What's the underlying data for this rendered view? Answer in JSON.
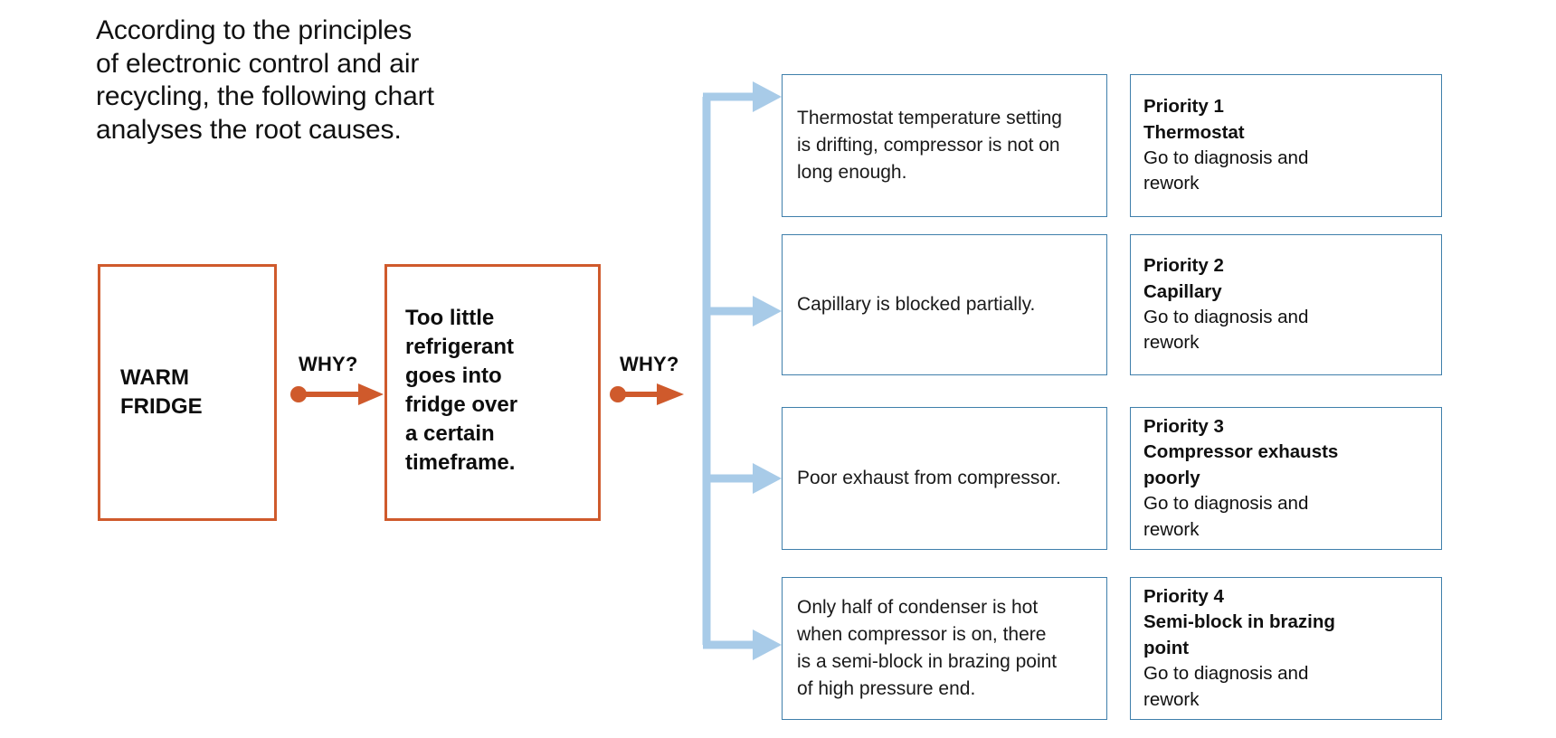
{
  "intro": {
    "text": "According to the principles\nof electronic control and air\nrecycling, the following chart\nanalyses the root causes."
  },
  "colors": {
    "orange": "#CF5A2C",
    "light_blue": "#A8CBE8",
    "box_border_blue": "#3F7FAB",
    "text": "#101010",
    "background": "#FFFFFF"
  },
  "problem": {
    "label": "WARM\nFRIDGE"
  },
  "first_cause": {
    "label": "Too little\nrefrigerant\ngoes into\nfridge over\na certain\ntimeframe."
  },
  "connectors": {
    "why_1": "WHY?",
    "why_2": "WHY?"
  },
  "rows": [
    {
      "cause": "Thermostat temperature setting\nis drifting, compressor is not on\nlong enough.",
      "priority_heading": "Priority 1\nThermostat",
      "priority_body": "Go to diagnosis and\nrework"
    },
    {
      "cause": "Capillary is blocked partially.",
      "priority_heading": "Priority 2\nCapillary",
      "priority_body": "Go to diagnosis and\nrework"
    },
    {
      "cause": "Poor exhaust from compressor.",
      "priority_heading": "Priority 3\nCompressor exhausts\npoorly",
      "priority_body": "Go to diagnosis and\nrework"
    },
    {
      "cause": "Only half of condenser is hot\nwhen compressor is on, there\nis a semi-block in brazing point\nof high pressure end.",
      "priority_heading": "Priority 4\nSemi-block in brazing\npoint",
      "priority_body": "Go to diagnosis and\nrework"
    }
  ]
}
